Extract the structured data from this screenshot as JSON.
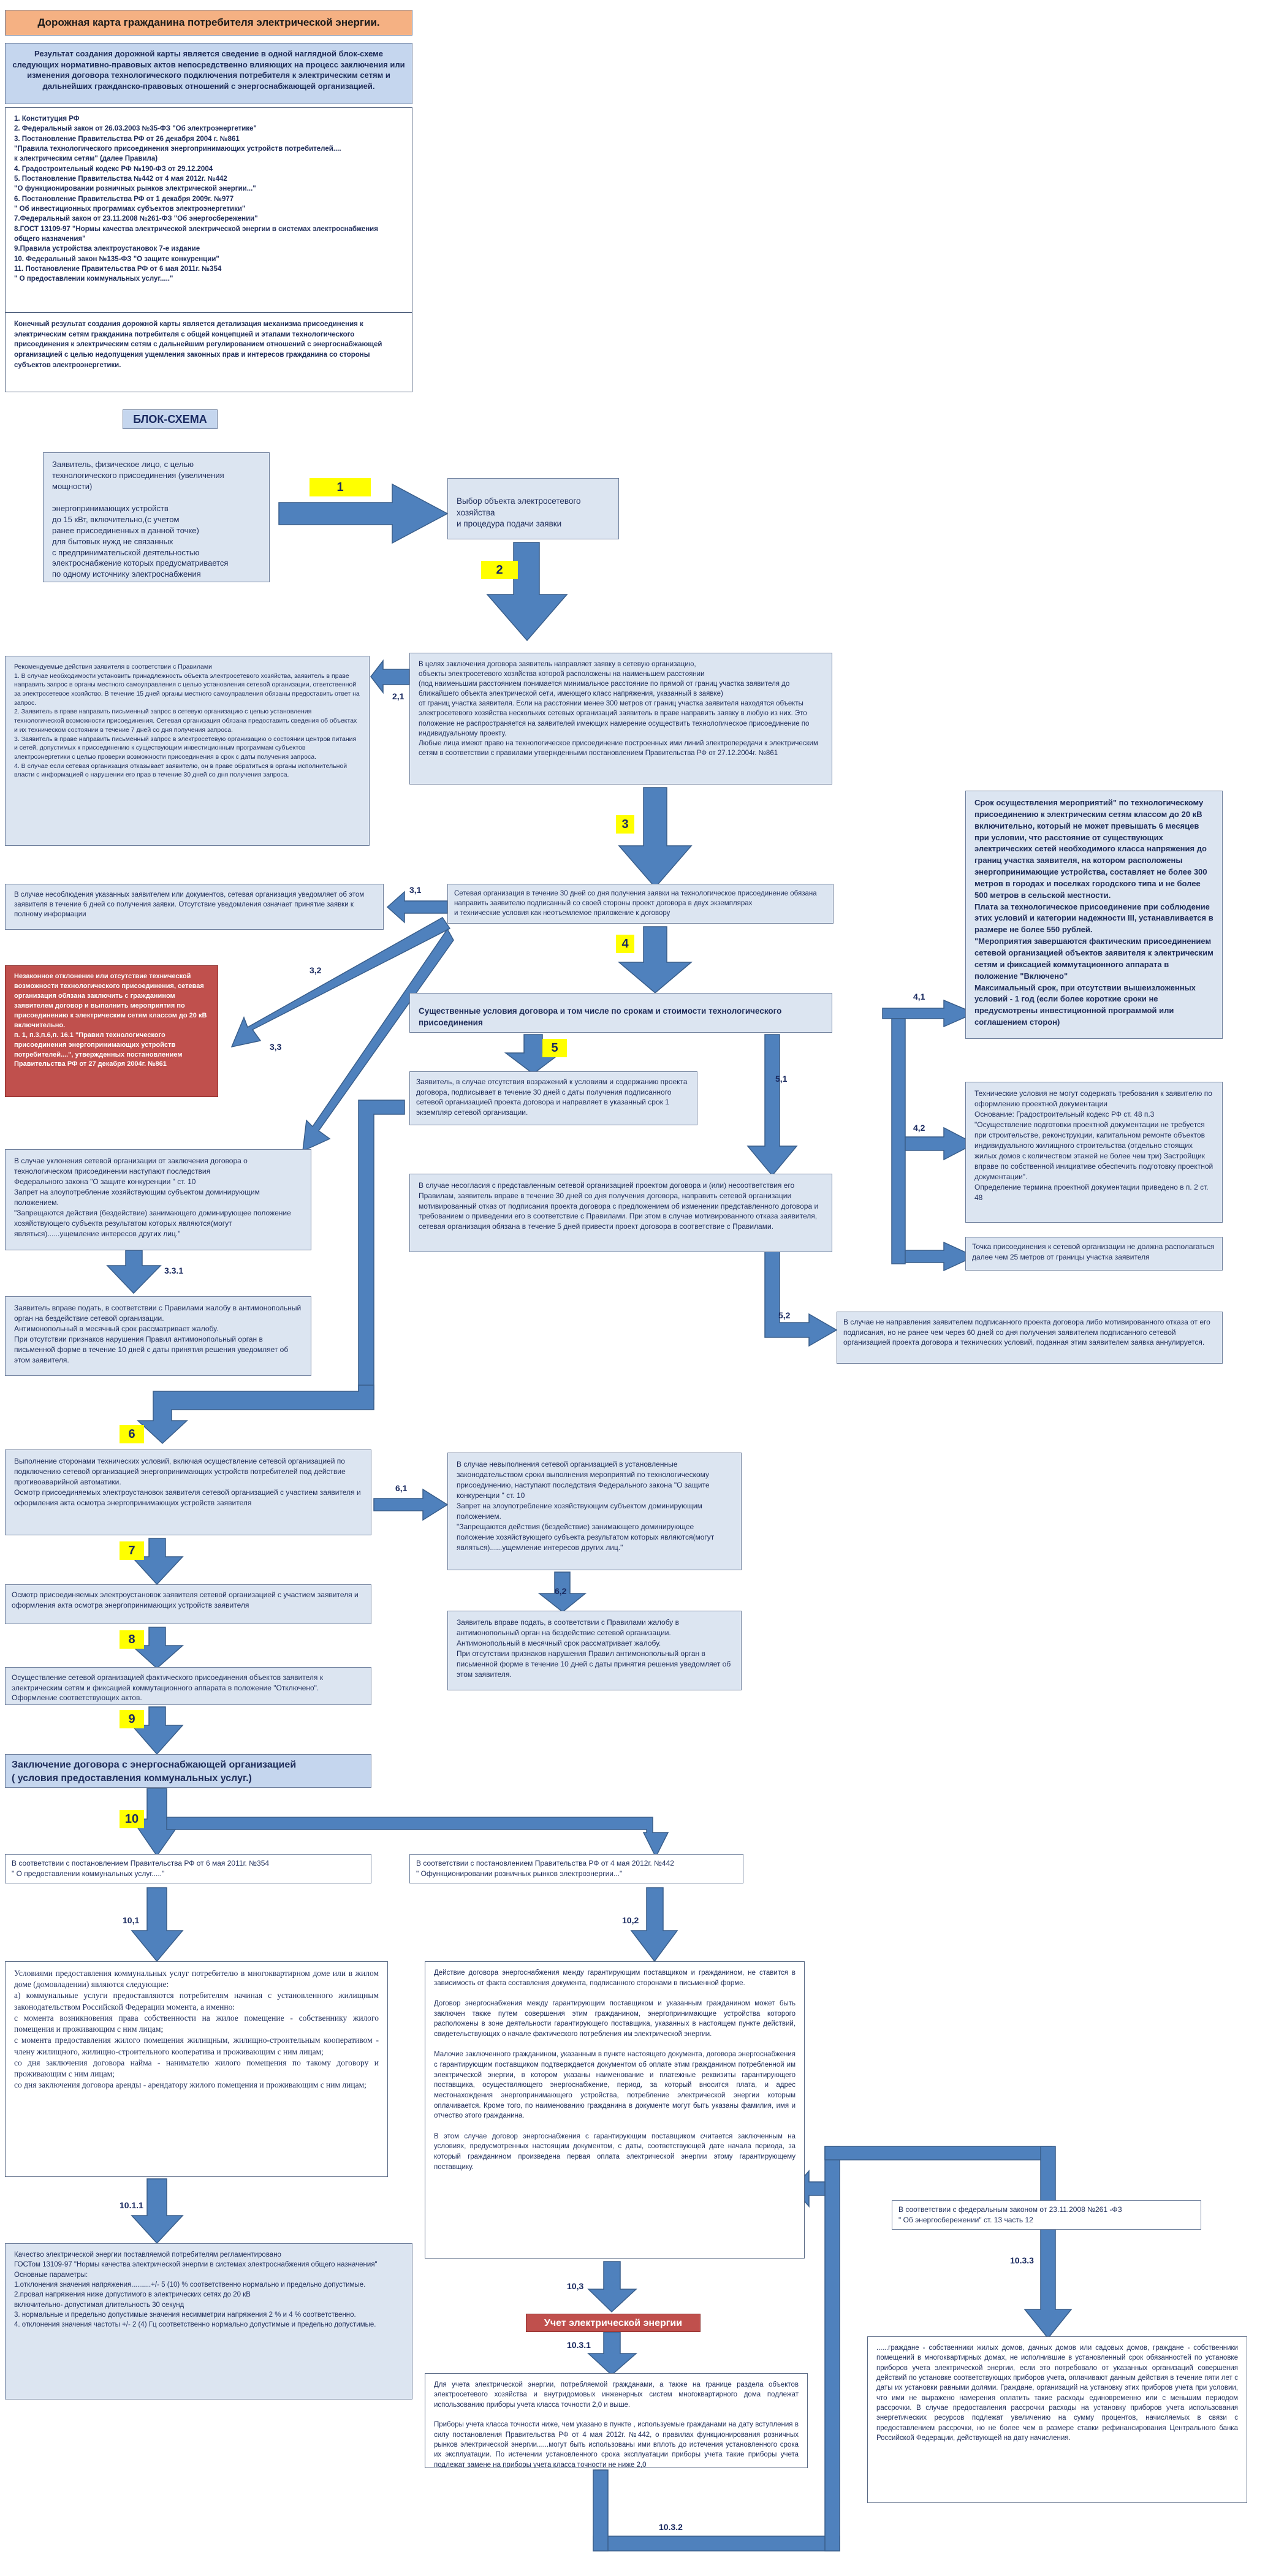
{
  "title": "Дорожная карта гражданина потребителя электрической энергии.",
  "intro": "Результат создания дорожной карты является сведение в одной наглядной блок-схеме следующих нормативно-правовых актов непосредственно влияющих на процесс заключения или изменения договора технологического подключения потребителя к электрическим сетям и дальнейших гражданско-правовых отношений с энергоснабжающей организацией.",
  "laws": "1. Конституция РФ\n2. Федеральный закон от 26.03.2003 №35-ФЗ \"Об электроэнергетике\"\n3. Постановление Правительства РФ от 26 декабря 2004 г. №861\n\"Правила технологического присоединения энергопринимающих устройств потребителей....\nк электрическим сетям\" (далее Правила)\n4. Градостроительный кодекс РФ №190-ФЗ от 29.12.2004\n5. Постановление Правительства №442 от 4 мая 2012г. №442\n\"О функционировании розничных рынков электрической энергии...\"\n6. Постановление Правительства РФ от 1 декабря 2009г. №977\n\" Об инвестиционных программах субъектов электроэнергетики\"\n7.Федеральный закон от 23.11.2008 №261-ФЗ \"Об энергосбережении\"\n8.ГОСТ 13109-97 \"Нормы качества электрической электрической энергии в системах электроснабжения общего назначения\"\n9.Правила устройства электроустановок 7-е издание\n10. Федеральный закон №135-ФЗ \"О защите конкуренции\"\n11. Постановление Правительства РФ от 6 мая 2011г. №354\n\" О предоставлении коммунальных услуг.....\"",
  "conclusion": "Конечный результат создания дорожной карты является детализация механизма присоединения к электрическим сетям гражданина потребителя с общей концепцией и этапами технологического присоединения к электрическим сетям с дальнейшим регулированием отношений с энергоснабжающей организацией с целью недопущения ущемления законных прав и интересов гражданина со стороны субъектов электроэнергетики.",
  "block_scheme_title": "БЛОК-СХЕМА",
  "applicant": "Заявитель, физическое лицо, с целью технологического присоединения (увеличения мощности)\n\nэнергопринимающих устройств\nдо 15 кВт, включительно,(с учетом\nранее присоединенных в данной точке)\nдля бытовых нужд не связанных\nс предпринимательской деятельностью\nэлектроснабжение которых предусматривается\nпо одному источнику электроснабжения",
  "choose": "Выбор объекта электросетевого хозяйства\nи процедура подачи заявки",
  "recommended": "Рекомендуемые действия заявителя в соответствии с Правилами\n1. В случае необходимости установить принадлежность объекта электросетевого хозяйства, заявитель в праве направить запрос в органы местного самоуправления с целью установления сетевой организации, ответственной за электросетевое хозяйство. В течение 15 дней органы местного самоуправления обязаны предоставить ответ на запрос.\n2. Заявитель в праве направить письменный запрос в сетевую организацию с целью установления технологической возможности присоединения. Сетевая организация обязана предоставить сведения об объектах и их техническом состоянии в течение 7 дней со дня получения запроса.\n3. Заявитель в праве направить письменный запрос в электросетевую организацию о состоянии центров питания и сетей, допустимых к присоединению к существующим инвестиционным программам субъектов электроэнергетики с целью проверки возможности присоединения в срок с даты получения запроса.\n4. В случае если сетевая организация отказывает заявителю, он в праве обратиться в органы исполнительной власти с информацией о нарушении его прав в течение 30 дней со дня получения запроса.",
  "request": "В целях заключения договора заявитель направляет заявку в сетевую организацию,\nобъекты электросетевого хозяйства которой расположены на наименьшем расстоянии\n(под наименьшим расстоянием понимается минимальное расстояние по прямой от границ участка заявителя до ближайшего объекта электрической сети, имеющего класс напряжения, указанный в заявке)\nот границ участка заявителя. Если на расстоянии менее 300 метров от границ участка заявителя находятся объекты электросетевого хозяйства нескольких сетевых организаций заявитель в праве направить заявку в любую из них. Это положение не распространяется на заявителей имеющих намерение осуществить технологическое присоединение по индивидуальному проекту.\nЛюбые лица имеют право на технологическое присоединение построенных ими линий электропередачи к электрическим сетям в соответствии с правилами утвержденными постановлением Правительства РФ от 27.12.2004г. №861",
  "deadline": "Срок осуществления мероприятий\" по технологическому присоединению к электрическим сетям классом до 20 кВ включительно, который не может превышать 6 месяцев при условии, что расстояние от существующих электрических сетей необходимого класса напряжения до границ участка заявителя, на котором расположены энергопринимающие устройства, составляет не более 300 метров в городах и поселках городского типа и не более 500 метров в сельской местности.\nПлата за технологическое присоединение при соблюдение этих условий и категории надежности III, устанавливается в размере не более 550 рублей.\n\"Мероприятия завершаются фактическим присоединением сетевой организацией объектов заявителя к электрическим сетям и фиксацией коммутационного аппарата в положение \"Включено\"\nМаксимальный срок, при отсутствии вышеизложенных условий - 1 год (если более короткие сроки не предусмотрены инвестиционной программой или соглашением сторон)",
  "notify": "В случае несоблюдения указанных заявителем или документов, сетевая организация уведомляет об этом заявителя в течение 6 дней со получения заявки. Отсутствие уведомления означает принятие заявки к полному информации",
  "network30": "Сетевая организация в течение 30 дней со дня получения заявки на технологическое присоединение обязана направить заявителю подписанный со своей стороны проект договора в двух экземплярах\nи технические условия как неотъемлемое приложение к договору",
  "refusal": "Незаконное отклонение или отсутствие технической возможности технологического присоединения, сетевая организация обязана заключить с гражданином заявителем договор и выполнить мероприятия по присоединению к электрическим сетям классом до 20 кВ включительно.\nп. 1, п.3,п.6,п. 16.1 \"Правил технологического присоединения энергопринимающих устройств потребителей....\", утвержденных постановлением Правительства РФ от 27 декабря 2004г. №861",
  "essential": "Существенные условия договора и том числе по срокам и стоимости технологического присоединения",
  "applicant_sign": "Заявитель, в случае отсутствия возражений к условиям и содержанию проекта договора, подписывает в течение 30 дней с даты получения подписанного сетевой организацией проекта договора и направляет в указанный срок 1 экземпляр сетевой организации.",
  "disagree": "В случае несогласия с представленным сетевой организацией проектом договора и (или) несоответствия его Правилам, заявитель вправе в течение 30 дней со дня получения договора, направить сетевой организации мотивированный отказ от подписания проекта договора с предложением об изменении представленного договора и требованием о приведении его в соответствие с Правилами. При этом в случае мотивированного отказа заявителя, сетевая организация обязана в течение 5 дней привести проект договора в соответствие с Правилами.",
  "tech_conditions": "Технические условия не могут содержать требования к заявителю по оформлению проектной документации\nОснование: Градостроительный кодекс РФ ст. 48 п.3\n\"Осуществление подготовки проектной документации не требуется при строительстве, реконструкции, капитальном ремонте объектов индивидуального жилищного строительства (отдельно стоящих жилых домов с количеством этажей не более чем три) Застройщик вправе по собственной инициативе обеспечить подготовку проектной документации\".\nОпределение термина проектной документации приведено в п. 2 ст. 48",
  "connection_point": "Точка присоединения к сетевой организации не должна располагаться далее чем 25 метров от границы участка заявителя",
  "unsigned": "В случае не направления заявителем подписанного проекта договора либо мотивированного отказа от его подписания, но не ранее чем через 60 дней со дня получения заявителем подписанного сетевой организацией проекта договора и технических условий, поданная этим заявителем заявка аннулируется.",
  "evasion": "В случае уклонения сетевой организации от заключения договора о технологическом присоединении наступают последствия\nФедерального закона \"О защите конкуренции \" ст. 10\nЗапрет на злоупотребление хозяйствующим субъектом доминирующим положением.\n\"Запрещаются действия (бездействие) занимающего доминирующее положение хозяйствующего субъекта результатом которых являются(могут являться)......ущемление интересов других лиц.\"",
  "complaint1": "Заявитель вправе подать, в соответствии с Правилами жалобу в антимонопольный орган на бездействие сетевой организации.\nАнтимонопольный в месячный срок рассматривает жалобу.\nПри отсутствии признаков нарушения Правил антимонопольный орган в письменной форме в течение 10 дней с даты принятия решения уведомляет об этом заявителя.",
  "execution": "Выполнение сторонами технических условий, включая осуществление сетевой организацией по подключению сетевой организацией энергопринимающих устройств потребителей под действие противоаварийной автоматики.\nОсмотр присоединяемых электроустановок заявителя сетевой организацией с участием заявителя и оформления акта осмотра энергопринимающих устройств заявителя",
  "nonexecution": "В случае невыполнения сетевой организацией в установленные законодательством сроки выполнения мероприятий по технологическому присоединению, наступают последствия Федерального закона \"О защите конкуренции \" ст. 10\nЗапрет на злоупотребление хозяйствующим субъектом доминирующим положением.\n\"Запрещаются действия (бездействие) занимающего доминирующее положение хозяйствующего субъекта результатом которых являются(могут являться)......ущемление интересов других лиц.\"",
  "complaint2": "Заявитель вправе подать, в соответствии с Правилами жалобу в антимонопольный орган на бездействие сетевой организации.\nАнтимонопольный в месячный срок рассматривает жалобу.\nПри отсутствии признаков нарушения Правил антимонопольный орган в письменной форме в течение 10 дней с даты принятия решения уведомляет об этом заявителя.",
  "inspection": "Осмотр присоединяемых электроустановок заявителя сетевой организацией с участием заявителя и оформления акта осмотра энергопринимающих устройств заявителя",
  "actual": "Осуществление сетевой организацией фактического присоединения объектов заявителя к электрическим сетям и фиксацией коммутационного аппарата в положение \"Отключено\". Оформление соответствующих актов.",
  "supply_contract": "Заключение договора с энергоснабжающей организацией\n( условия предоставления коммунальных услуг.)",
  "rule354": "В соответствии с постановлением Правительства РФ от 6 мая 2011г. №354\n\" О предоставлении коммунальных услуг.....\"",
  "rule442": "В соответствии с постановлением Правительства РФ от 4 мая 2012г. №442\n\" Офункционировании розничных рынков электроэнергии...\"",
  "communal": "Условиями предоставления коммунальных услуг потребителю в многоквартирном доме или в жилом доме (домовладении) являются следующие:\n  а) коммунальные услуги предоставляются потребителям начиная с установленного жилищным законодательством Российской Федерации момента, а именно:\n  с момента возникновения права собственности на жилое помещение - собственнику жилого помещения и проживающим с ним лицам;\n  с момента предоставления жилого помещения жилищным, жилищно-строительным кооперативом - члену жилищного, жилищно-строительного кооператива и проживающим с ним лицам;\n  со дня заключения договора найма - нанимателю жилого помещения по такому договору и проживающим с ним лицам;\n  со дня заключения договора аренды - арендатору жилого помещения и проживающим с ним лицам;",
  "supply_action": "Действие договора энергоснабжения между гарантирующим поставщиком и гражданином, не ставится в зависимость от факта составления документа, подписанного сторонами в письменной форме.\n\nДоговор энергоснабжения между гарантирующим поставщиком и указанным гражданином может быть заключен также путем совершения этим гражданином, энергопринимающие устройства которого расположены в зоне деятельности гарантирующего поставщика, указанных в настоящем пункте действий, свидетельствующих о начале фактического потребления им электрической энергии.\n\nМалочие заключенного гражданином, указанным в пункте настоящего документа, договора энергоснабжения с гарантирующим поставщиком подтверждается документом об оплате этим гражданином потребленной им электрической энергии, в котором указаны наименование и платежные реквизиты гарантирующего поставщика, осуществляющего энергоснабжение, период, за который вносится плата, и адрес местонахождения энергопринимающего устройства, потребление электрической энергии которым оплачивается. Кроме того, по наименованию гражданина в документе могут быть указаны фамилия, имя и отчество этого гражданина.\n\nВ этом случае договор энергоснабжения с гарантирующим поставщиком считается заключенным на условиях, предусмотренных настоящим документом, с даты, соответствующей дате начала периода, за который гражданином произведена первая оплата электрической энергии этому гарантирующему поставщику.",
  "quality": "Качество электрической энергии поставляемой потребителям регламентировано\nГОСТом 13109-97 \"Нормы качества электрической энергии в системах электроснабжения общего назначения\"\nОсновные параметры:\n1.отклонения значения напряжения..........+/- 5 (10) % соответственно нормально и предельно допустимые.\n2.провал напряжения ниже допустимого в электрических сетях до 20 кВ\n включительно- допустимая длительность 30 секунд\n3. нормальные и предельно допустимые значения несимметрии напряжения 2 % и 4 % соответственно.\n4. отклонения значения частоты +/- 2 (4) Гц соответственно нормально допустимые и предельно допустимые.",
  "metering_title": "Учет электрической энергии",
  "metering": "Для учета электрической энергии, потребляемой гражданами, а также на границе раздела объектов электросетевого хозяйства и внутридомовых инженерных систем многоквартирного дома подлежат использованию приборы учета класса точности 2,0 и выше.\n\nПриборы учета класса точности ниже, чем указано в пункте , используемые гражданами на дату вступления в силу постановления Правительства РФ от 4 мая 2012г. №442, о правилах функционирования розничных рынков электрической энергии......могут быть использованы ими вплоть до истечения установленного срока их эксплуатации. По истечении установленного срока эксплуатации приборы учета такие приборы учета подлежат замене на приборы учета класса точности не ниже 2,0",
  "law261": "В соответствии с федеральным законом от 23.11.2008 №261 -ФЗ\n\" Об энергосбережении\" ст. 13 часть 12",
  "owners": "......граждане - собственники жилых домов, дачных домов или садовых домов, граждане - собственники помещений в многоквартирных домах, не исполнившие в установленный срок обязанностей по установке приборов учета электрической энергии, если это потребовало от указанных организаций совершения действий по установке соответствующих приборов учета, оплачивают данным действия в течение пяти лет с даты их установки равными долями. Граждане, организаций на установку этих приборов учета при условии, что ими не выражено намерения оплатить такие расходы единовременно или с меньшим периодом рассрочки. В случае предоставления рассрочки расходы на установку приборов учета использования энергетических ресурсов подлежат увеличению на сумму процентов, начисляемых в связи с предоставлением рассрочки, но не более чем в размере ставки рефинансирования Центрального банка Российской Федерации, действующей на дату начисления.",
  "step_labels": {
    "s1": "1",
    "s2": "2",
    "s3": "3",
    "s4": "4",
    "s5": "5",
    "s6": "6",
    "s7": "7",
    "s8": "8",
    "s9": "9",
    "s10": "10"
  },
  "edge_labels": {
    "e21": "2,1",
    "e31": "3,1",
    "e32": "3,2",
    "e33": "3,3",
    "e331": "3.3.1",
    "e41": "4,1",
    "e42": "4,2",
    "e51": "5,1",
    "e52": "5,2",
    "e61": "6,1",
    "e62": "6,2",
    "e101": "10,1",
    "e102": "10,2",
    "e1011": "10.1.1",
    "e103": "10,3",
    "e1031": "10.3.1",
    "e1032": "10.3.2",
    "e1033": "10.3.3"
  },
  "colors": {
    "box": "#dce5f1",
    "arrow": "#4f81bd",
    "highlight": "#ffff00",
    "red": "#c0504d",
    "title_bg": "#f5b183"
  }
}
